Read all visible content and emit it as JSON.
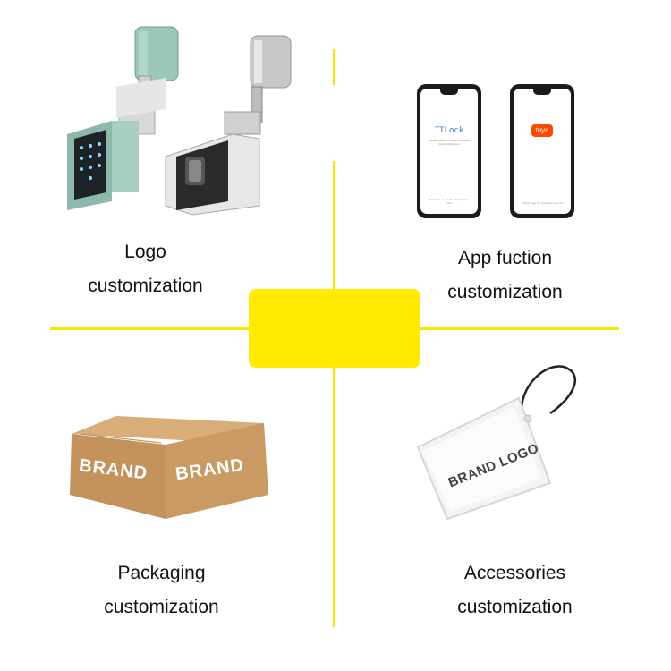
{
  "quadrants": [
    {
      "caption_line1": "Logo",
      "caption_line2": "customization"
    },
    {
      "caption_line1": "App fuction",
      "caption_line2": "customization"
    },
    {
      "caption_line1": "Packaging",
      "caption_line2": "customization"
    },
    {
      "caption_line1": "Accessories",
      "caption_line2": "customization"
    }
  ],
  "phones": {
    "left_app_title": "TTLock",
    "left_app_subtitle": "Global Leading Provider of Access Control Solutions",
    "left_app_footer": "Bluetooth · Keycode · Fingerprint · Card",
    "right_app_badge": "tuya",
    "right_app_footer": "©2023 Tuya Inc. All rights reserved"
  },
  "box": {
    "brand_left": "BRAND",
    "brand_right": "BRAND"
  },
  "tag": {
    "text": "BRAND LOGO"
  },
  "colors": {
    "accent_yellow": "#ffea00",
    "divider": "#f5e600",
    "box_cardboard": "#c99a63"
  }
}
